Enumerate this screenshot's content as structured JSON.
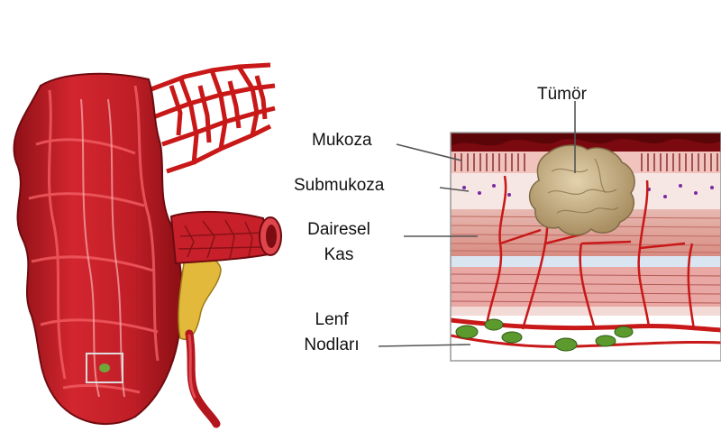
{
  "labels": {
    "tumor": "Tümör",
    "mucosa": "Mukoza",
    "submucosa": "Submukoza",
    "circular_muscle_line1": "Dairesel",
    "circular_muscle_line2": "Kas",
    "lymph_nodes_line1": "Lenf",
    "lymph_nodes_line2": "Nodları"
  },
  "colors": {
    "colon_red": "#c8202a",
    "vessel_red": "#c81818",
    "tumor_tan": "#cbb48a",
    "lymph_green": "#4d8a2a",
    "fat_yellow": "#e2b93a"
  }
}
